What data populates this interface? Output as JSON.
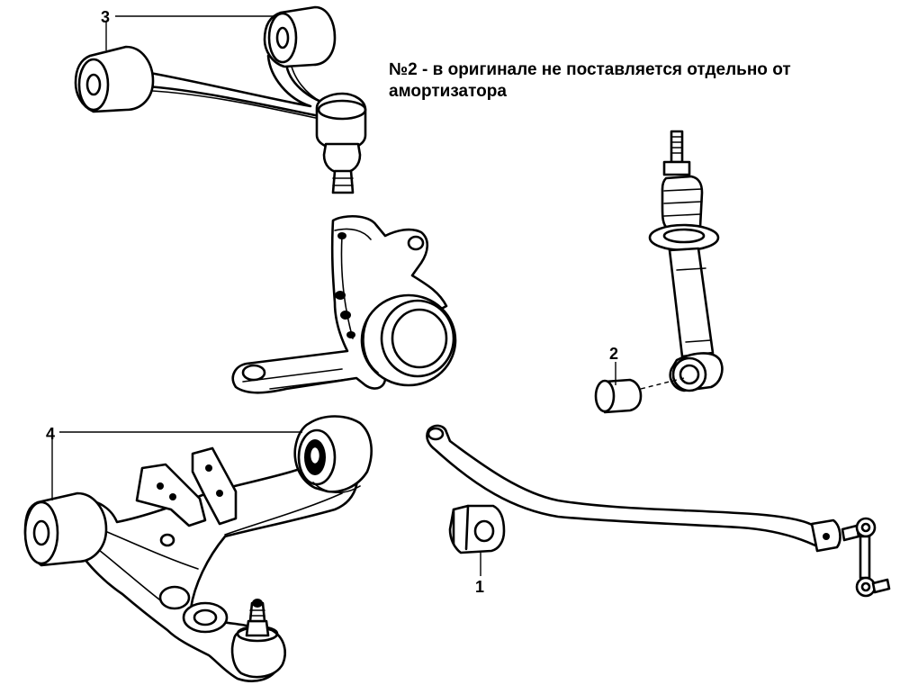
{
  "note": {
    "line1": "№2 - в оригинале не поставляется отдельно от",
    "line2": "амортизатора"
  },
  "callouts": {
    "c1": "1",
    "c2": "2",
    "c3": "3",
    "c4": "4"
  }
}
